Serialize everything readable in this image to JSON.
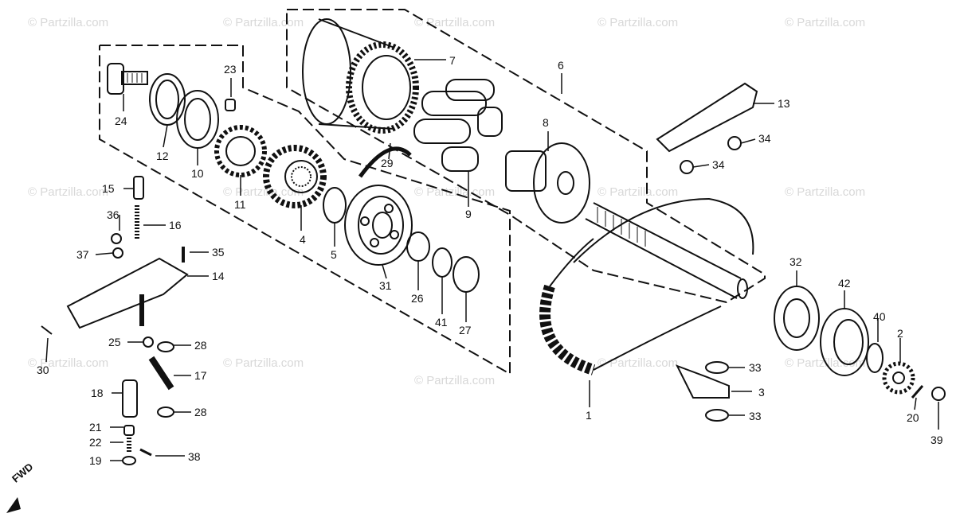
{
  "diagram": {
    "watermark_text": "© Partzilla.com",
    "direction_label": "FWD",
    "part_numbers": [
      "1",
      "2",
      "3",
      "4",
      "5",
      "6",
      "7",
      "8",
      "9",
      "10",
      "11",
      "12",
      "13",
      "14",
      "15",
      "16",
      "17",
      "18",
      "19",
      "20",
      "21",
      "22",
      "23",
      "24",
      "25",
      "26",
      "27",
      "28",
      "28",
      "29",
      "30",
      "31",
      "32",
      "33",
      "33",
      "34",
      "34",
      "35",
      "36",
      "37",
      "38",
      "39",
      "40",
      "41",
      "42"
    ]
  }
}
